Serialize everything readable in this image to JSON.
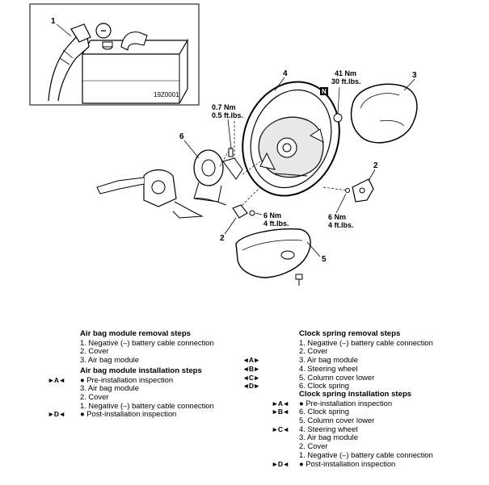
{
  "figure": {
    "code": "19Z0001",
    "minus_sign": "−",
    "callouts": [
      "1",
      "2",
      "3",
      "4",
      "5",
      "6",
      "2",
      "N"
    ],
    "torque": {
      "upper_left": [
        "0.7 Nm",
        "0.5 ft.lbs."
      ],
      "airbag_nut": [
        "41 Nm",
        "30 ft.lbs."
      ],
      "lower_middle": [
        "6 Nm",
        "4 ft.lbs."
      ],
      "lower_right": [
        "6 Nm",
        "4 ft.lbs."
      ]
    }
  },
  "left": {
    "removal_title": "Air bag module removal steps",
    "removal_steps": [
      {
        "marker": "",
        "text": "1. Negative (–) battery cable connection"
      },
      {
        "marker": "",
        "text": "2. Cover"
      },
      {
        "marker": "",
        "text": "3. Air bag module"
      }
    ],
    "install_title": "Air bag module installation steps",
    "install_steps": [
      {
        "marker": "►A◄",
        "text": "●  Pre-installation inspection"
      },
      {
        "marker": "",
        "text": "3. Air bag module"
      },
      {
        "marker": "",
        "text": "2. Cover"
      },
      {
        "marker": "",
        "text": "1. Negative (–) battery cable connection"
      },
      {
        "marker": "►D◄",
        "text": "●  Post-installation inspection"
      }
    ]
  },
  "right": {
    "removal_title": "Clock spring removal steps",
    "removal_steps": [
      {
        "marker": "",
        "text": "1. Negative (–) battery cable connection"
      },
      {
        "marker": "",
        "text": "2. Cover"
      },
      {
        "marker": "◄A►",
        "text": "3. Air bag module"
      },
      {
        "marker": "◄B►",
        "text": "4. Steering wheel"
      },
      {
        "marker": "◄C►",
        "text": "5. Column cover lower"
      },
      {
        "marker": "◄D►",
        "text": "6. Clock spring"
      }
    ],
    "install_title": "Clock spring installation steps",
    "install_steps": [
      {
        "marker": "►A◄",
        "text": "●  Pre-installation inspection"
      },
      {
        "marker": "►B◄",
        "text": "6. Clock spring"
      },
      {
        "marker": "",
        "text": "5. Column cover lower"
      },
      {
        "marker": "►C◄",
        "text": "4. Steering wheel"
      },
      {
        "marker": "",
        "text": "3. Air bag module"
      },
      {
        "marker": "",
        "text": "2. Cover"
      },
      {
        "marker": "",
        "text": "1. Negative (–) battery cable connection"
      },
      {
        "marker": "►D◄",
        "text": "●  Post-installation inspection"
      }
    ]
  }
}
